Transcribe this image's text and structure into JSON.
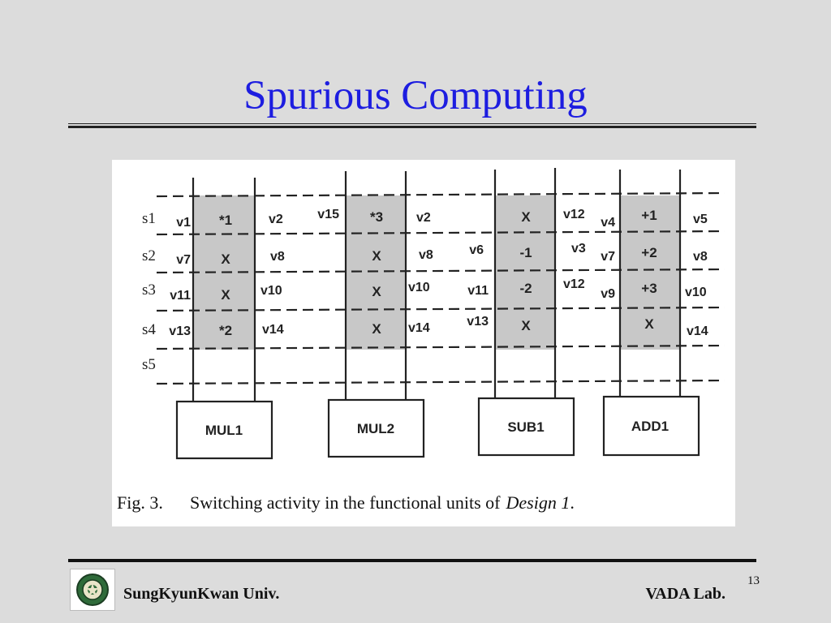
{
  "slide": {
    "title": "Spurious Computing",
    "page_number": "13",
    "footer_left": "SungKyunKwan Univ.",
    "footer_right": "VADA Lab.",
    "logo": "university-seal-icon"
  },
  "figure": {
    "caption_prefix": "Fig. 3.",
    "caption_text": "Switching activity in the functional units of",
    "caption_italic": "Design 1",
    "caption_end": ".",
    "steps": [
      "s1",
      "s2",
      "s3",
      "s4",
      "s5"
    ],
    "units": [
      {
        "name": "MUL1",
        "left": [
          "v1",
          "v7",
          "v11",
          "v13"
        ],
        "ops": [
          "*1",
          "X",
          "X",
          "*2"
        ],
        "right": [
          "v2",
          "v8",
          "v10",
          "v14"
        ]
      },
      {
        "name": "MUL2",
        "left": [
          "v15",
          "",
          "",
          ""
        ],
        "ops": [
          "*3",
          "X",
          "X",
          "X"
        ],
        "right": [
          "v2",
          "v8",
          "v10",
          "v14"
        ]
      },
      {
        "name": "SUB1",
        "left": [
          "",
          "v6",
          "v11",
          "v13"
        ],
        "ops": [
          "X",
          "-1",
          "-2",
          "X"
        ],
        "right": [
          "v12",
          "v3",
          "v12",
          ""
        ]
      },
      {
        "name": "ADD1",
        "left": [
          "v4",
          "v7",
          "v9",
          ""
        ],
        "ops": [
          "+1",
          "+2",
          "+3",
          "X"
        ],
        "right": [
          "v5",
          "v8",
          "v10",
          "v14"
        ]
      }
    ]
  }
}
